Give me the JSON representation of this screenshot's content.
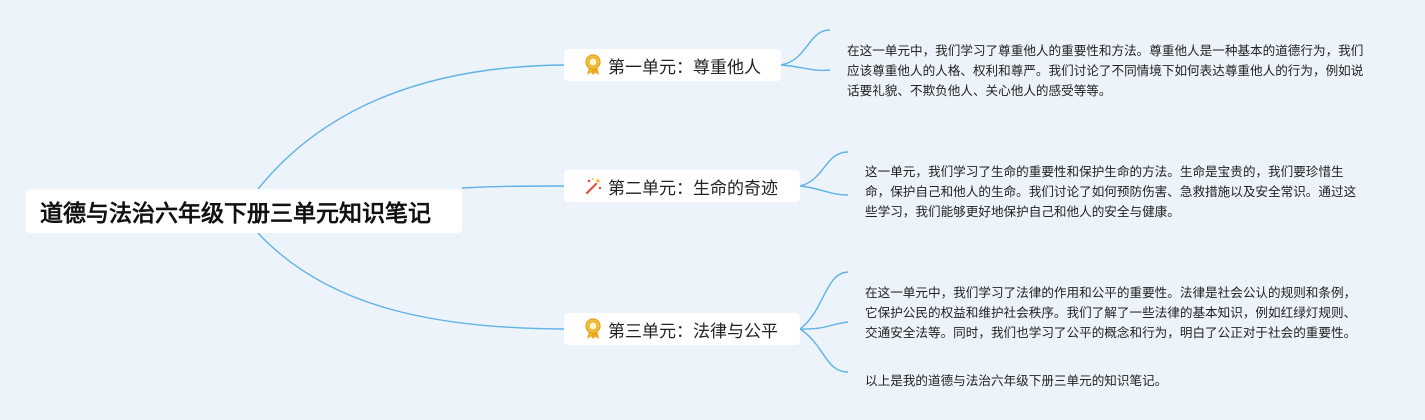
{
  "mindmap": {
    "root": {
      "title": "道德与法治六年级下册三单元知识笔记"
    },
    "branches": [
      {
        "title": "第一单元：尊重他人",
        "icon": "award-ribbon-icon",
        "note": "在这一单元中，我们学习了尊重他人的重要性和方法。尊重他人是一种基本的道德行为，我们应该尊重他人的人格、权利和尊严。我们讨论了不同情境下如何表达尊重他人的行为，例如说话要礼貌、不欺负他人、关心他人的感受等等。"
      },
      {
        "title": "第二单元：生命的奇迹",
        "icon": "sparkle-wand-icon",
        "note": "这一单元，我们学习了生命的重要性和保护生命的方法。生命是宝贵的，我们要珍惜生命，保护自己和他人的生命。我们讨论了如何预防伤害、急救措施以及安全常识。通过这些学习，我们能够更好地保护自己和他人的安全与健康。"
      },
      {
        "title": "第三单元：法律与公平",
        "icon": "award-ribbon-icon",
        "note": "在这一单元中，我们学习了法律的作用和公平的重要性。法律是社会公认的规则和条例，它保护公民的权益和维护社会秩序。我们了解了一些法律的基本知识，例如红绿灯规则、交通安全法等。同时，我们也学习了公平的概念和行为，明白了公正对于社会的重要性。"
      }
    ],
    "summary": "以上是我的道德与法治六年级下册三单元的知识笔记。"
  },
  "colors": {
    "background": "#edf3fa",
    "connector": "#5fb3e6",
    "node_fill": "#ffffff",
    "award_icon": "#f0b429",
    "sparkle_icon": "#e0503c"
  }
}
